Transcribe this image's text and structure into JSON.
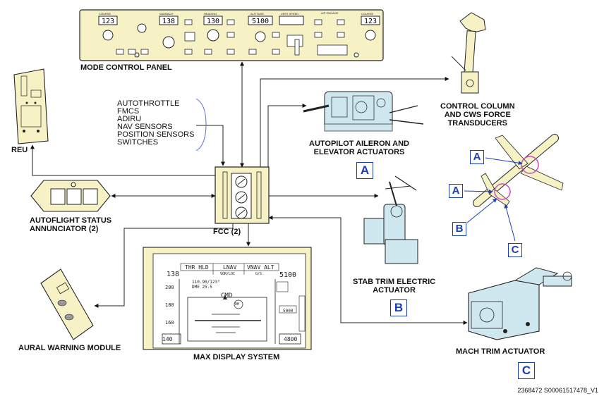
{
  "components": {
    "mcp": "MODE CONTROL PANEL",
    "reu": "REU",
    "fcc": "FCC (2)",
    "autoflight": [
      "AUTOFLIGHT STATUS",
      "ANNUNCIATOR (2)"
    ],
    "aural": "AURAL WARNING MODULE",
    "max_display": "MAX DISPLAY SYSTEM",
    "ap_actuators": [
      "AUTOPILOT AILERON AND",
      "ELEVATOR ACTUATORS"
    ],
    "control_column": [
      "CONTROL COLUMN",
      "AND CWS FORCE",
      "TRANSDUCERS"
    ],
    "stab_trim": [
      "STAB TRIM ELECTRIC",
      "ACTUATOR"
    ],
    "mach_trim": "MACH TRIM ACTUATOR"
  },
  "inputs": [
    "AUTOTHROTTLE",
    "FMCS",
    "ADIRU",
    "NAV SENSORS",
    "POSITION SENSORS",
    "SWITCHES"
  ],
  "callouts": {
    "ap": "A",
    "stab": "B",
    "mach": "C",
    "plane_a1": "A",
    "plane_a2": "A",
    "plane_b": "B",
    "plane_c": "C"
  },
  "mcp_readouts": {
    "course_left": "123",
    "course_right": "123",
    "ias": "138",
    "heading": "130",
    "altitude": "5100",
    "mcp_labels": [
      "COURSE",
      "IAS/MACH",
      "HEADING",
      "ALTITUDE",
      "VERT SPEED",
      "A/P ENGAGE",
      "COURSE"
    ]
  },
  "pfd": {
    "fma": [
      "THR HLD",
      "LNAV",
      "VNAV ALT"
    ],
    "fma_sub": [
      "VOR/LOC",
      "G/S"
    ],
    "speed": "138",
    "altitude": "5100",
    "cmd": "CMD",
    "speed_ticks": [
      "200",
      "180",
      "160",
      "140"
    ],
    "dme": "110.90/123°",
    "dme2": "DME 25.5",
    "alt_small": "5000",
    "alt_box": "4800",
    "min": "DH"
  },
  "figure_id": "2368472 S00061517478_V1",
  "colors": {
    "yellow": "#f7f2c6",
    "blue": "#1a3fb5",
    "magenta": "#cc4dc2",
    "cyan": "#cfe7ee",
    "line": "#222222"
  }
}
